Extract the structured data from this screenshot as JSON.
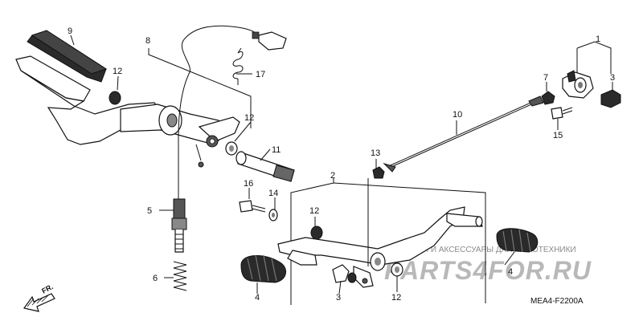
{
  "callouts": {
    "c1": "1",
    "c2": "2",
    "c3a": "3",
    "c3b": "3",
    "c4a": "4",
    "c4b": "4",
    "c5": "5",
    "c6": "6",
    "c7": "7",
    "c8": "8",
    "c9": "9",
    "c10": "10",
    "c11": "11",
    "c12a": "12",
    "c12b": "12",
    "c12c": "12",
    "c12d": "12",
    "c13": "13",
    "c14": "14",
    "c15": "15",
    "c16": "16",
    "c17": "17"
  },
  "direction_label": "FR.",
  "diagram_code": "MEA4-F2200A",
  "watermark": {
    "tagline": "ЗАПЧАСТИ И АКСЕССУАРЫ ДЛЯ МОТОТЕХНИКИ",
    "brand": "PARTS4FOR.RU"
  },
  "colors": {
    "ink": "#111111",
    "watermark": "#b8b8b8"
  }
}
